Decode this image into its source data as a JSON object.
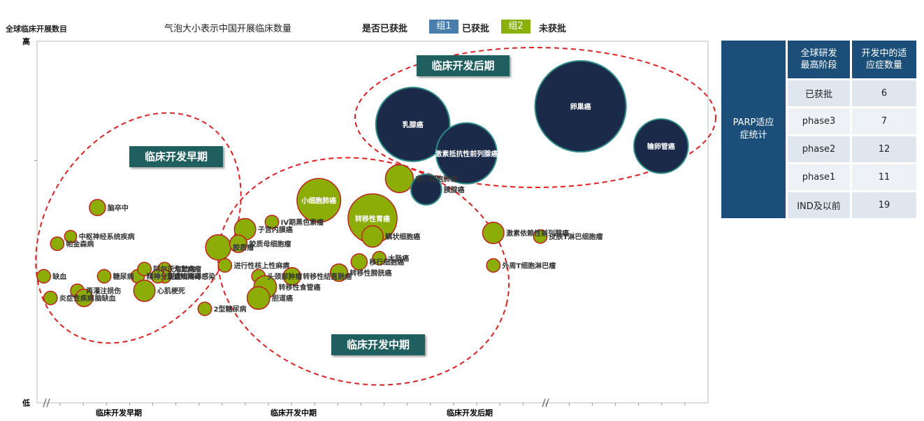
{
  "header": {
    "y_axis_title": "全球临床开展数目",
    "size_caption": "气泡大小表示中国开展临床数量",
    "approval_title": "是否已获批",
    "legend": [
      {
        "box": "组1",
        "text": "已获批",
        "color": "#4a7fad"
      },
      {
        "box": "组2",
        "text": "未获批",
        "color": "#8ab10a"
      }
    ]
  },
  "phases": {
    "early": "临床开发早期",
    "mid": "临床开发中期",
    "late": "临床开发后期"
  },
  "colors": {
    "approved": "#1c2a4a",
    "unapproved": "#8cad08",
    "unapproved_stroke": "#c0201d",
    "phase_banner": "#1f5f60",
    "ellipse": "#e02020",
    "table_dark": "#1b4f7a",
    "table_light": "#dfe6ee"
  },
  "chart_data": {
    "type": "scatter",
    "xlabel": "",
    "ylabel": "全球临床开展数目",
    "x_categories": [
      "临床开发早期",
      "临床开发中期",
      "临床开发后期"
    ],
    "y_ticks": [
      "高",
      "低"
    ],
    "note": "气泡大小表示中国开展临床数量",
    "series": [
      {
        "name": "已获批",
        "points": [
          {
            "label": "乳腺癌",
            "x": 0.56,
            "y": 0.77,
            "size": 5.2
          },
          {
            "label": "激素抵抗性前列腺癌",
            "x": 0.64,
            "y": 0.69,
            "size": 4.2
          },
          {
            "label": "卵巢癌",
            "x": 0.81,
            "y": 0.82,
            "size": 6.5
          },
          {
            "label": "输卵管癌",
            "x": 0.93,
            "y": 0.71,
            "size": 3.7
          },
          {
            "label": "胰腺癌",
            "x": 0.58,
            "y": 0.59,
            "size": 1.9
          }
        ]
      },
      {
        "name": "未获批",
        "points": [
          {
            "label": "非小细胞肺癌",
            "x": 0.54,
            "y": 0.62,
            "size": 1.7
          },
          {
            "label": "小细胞肺癌",
            "x": 0.42,
            "y": 0.56,
            "size": 2.9
          },
          {
            "label": "转移性胃癌",
            "x": 0.5,
            "y": 0.51,
            "size": 3.3
          },
          {
            "label": "鳞状细胞癌",
            "x": 0.5,
            "y": 0.46,
            "size": 1.2
          },
          {
            "label": "大肠癌",
            "x": 0.51,
            "y": 0.4,
            "size": 0.6
          },
          {
            "label": "移行细胞癌",
            "x": 0.48,
            "y": 0.39,
            "size": 0.8
          },
          {
            "label": "转移性膀胱癌",
            "x": 0.45,
            "y": 0.36,
            "size": 0.9
          },
          {
            "label": "激素依赖性前列腺癌",
            "x": 0.68,
            "y": 0.47,
            "size": 1.2
          },
          {
            "label": "外周T细胞淋巴瘤",
            "x": 0.68,
            "y": 0.38,
            "size": 0.6
          },
          {
            "label": "皮肤T淋巴细胞瘤",
            "x": 0.75,
            "y": 0.46,
            "size": 0.6
          },
          {
            "label": "IV期黑色素瘤",
            "x": 0.35,
            "y": 0.5,
            "size": 0.6
          },
          {
            "label": "子宫内膜癌",
            "x": 0.31,
            "y": 0.48,
            "size": 1.2
          },
          {
            "label": "胶质瘤",
            "x": 0.27,
            "y": 0.43,
            "size": 1.5
          },
          {
            "label": "胶质母细胞瘤",
            "x": 0.3,
            "y": 0.44,
            "size": 0.9
          },
          {
            "label": "进行性核上性麻痹",
            "x": 0.28,
            "y": 0.38,
            "size": 0.6
          },
          {
            "label": "头颈部肿瘤",
            "x": 0.33,
            "y": 0.35,
            "size": 0.6
          },
          {
            "label": "转移性食管癌",
            "x": 0.34,
            "y": 0.32,
            "size": 1.3
          },
          {
            "label": "转移性结直肠癌",
            "x": 0.38,
            "y": 0.35,
            "size": 0.9
          },
          {
            "label": "胆道癌",
            "x": 0.33,
            "y": 0.29,
            "size": 1.3
          },
          {
            "label": "2型糖尿病",
            "x": 0.25,
            "y": 0.26,
            "size": 0.6
          },
          {
            "label": "脑卒中",
            "x": 0.09,
            "y": 0.54,
            "size": 0.8
          },
          {
            "label": "帕金森病",
            "x": 0.03,
            "y": 0.44,
            "size": 0.6
          },
          {
            "label": "中枢神经系统疾病",
            "x": 0.05,
            "y": 0.46,
            "size": 0.5
          },
          {
            "label": "缺血",
            "x": 0.01,
            "y": 0.35,
            "size": 0.6
          },
          {
            "label": "糖尿病",
            "x": 0.1,
            "y": 0.35,
            "size": 0.6
          },
          {
            "label": "再灌注损伤",
            "x": 0.06,
            "y": 0.31,
            "size": 0.6
          },
          {
            "label": "脑缺血",
            "x": 0.07,
            "y": 0.29,
            "size": 0.9
          },
          {
            "label": "炎症性疾病",
            "x": 0.02,
            "y": 0.29,
            "size": 0.6
          },
          {
            "label": "精神分裂症",
            "x": 0.15,
            "y": 0.35,
            "size": 0.6
          },
          {
            "label": "阿尔茨海默病",
            "x": 0.16,
            "y": 0.37,
            "size": 0.6
          },
          {
            "label": "尤文肉瘤",
            "x": 0.19,
            "y": 0.37,
            "size": 0.6
          },
          {
            "label": "认知障碍",
            "x": 0.19,
            "y": 0.35,
            "size": 0.6
          },
          {
            "label": "心肌梗死",
            "x": 0.16,
            "y": 0.31,
            "size": 1.2
          },
          {
            "label": "艾滋病病毒感染",
            "x": 0.18,
            "y": 0.35,
            "size": 0.6
          }
        ]
      }
    ]
  },
  "table": {
    "side_label_line1": "PARP适应",
    "side_label_line2": "症统计",
    "col1_header_line1": "全球研发",
    "col1_header_line2": "最高阶段",
    "col2_header_line1": "开发中的适",
    "col2_header_line2": "应症数量",
    "rows": [
      {
        "stage": "已获批",
        "count": "6"
      },
      {
        "stage": "phase3",
        "count": "7"
      },
      {
        "stage": "phase2",
        "count": "12"
      },
      {
        "stage": "phase1",
        "count": "11"
      },
      {
        "stage": "IND及以前",
        "count": "19"
      }
    ]
  }
}
